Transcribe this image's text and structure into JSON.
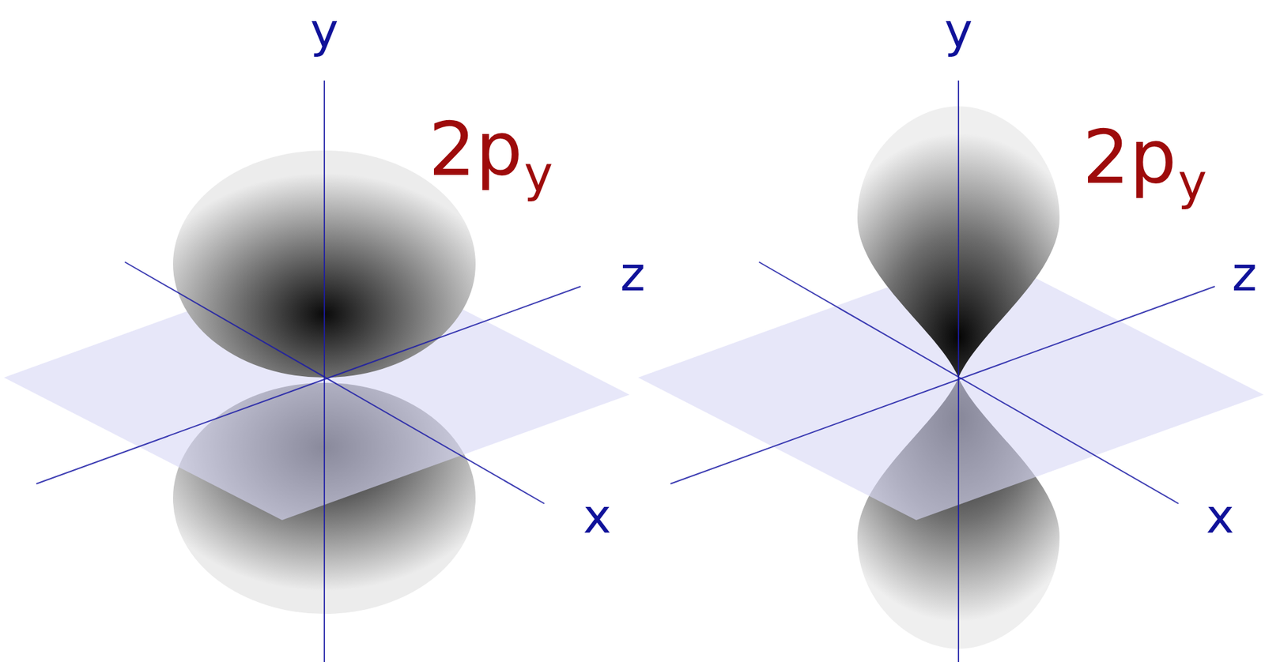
{
  "diagram": {
    "labels": [
      "y",
      "2p",
      "y",
      "z",
      "x",
      "y",
      "2p",
      "y",
      "z",
      "x"
    ]
  }
}
